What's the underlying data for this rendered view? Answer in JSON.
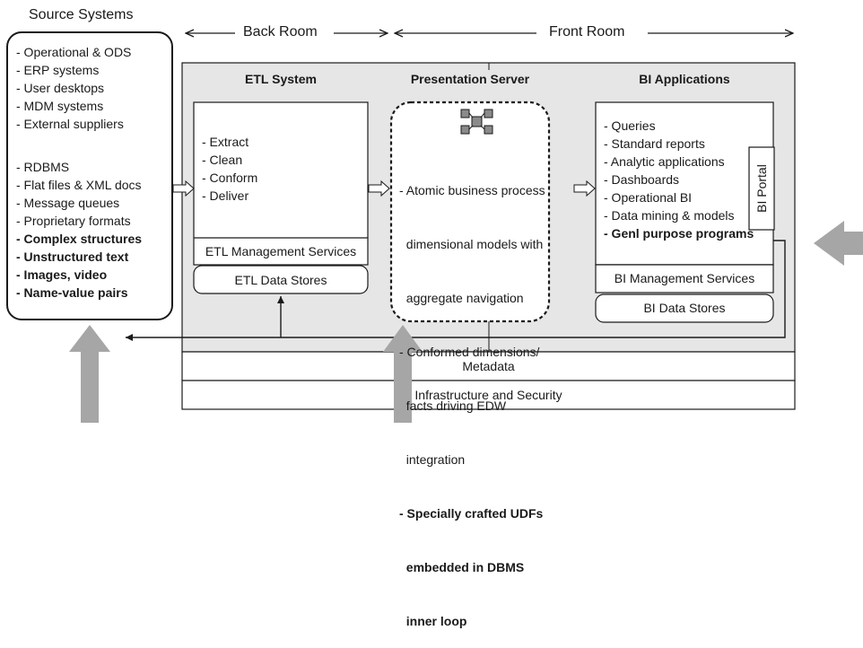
{
  "header": {
    "source_title": "Source Systems",
    "back_room": "Back Room",
    "front_room": "Front Room"
  },
  "source_systems": {
    "group1": [
      "- Operational & ODS",
      "- ERP systems",
      "- User desktops",
      "- MDM systems",
      "- External suppliers"
    ],
    "group2": [
      {
        "text": "- RDBMS",
        "bold": false
      },
      {
        "text": "- Flat files & XML docs",
        "bold": false
      },
      {
        "text": "- Message queues",
        "bold": false
      },
      {
        "text": "- Proprietary formats",
        "bold": false
      },
      {
        "text": "- Complex structures",
        "bold": true
      },
      {
        "text": "- Unstructured text",
        "bold": true
      },
      {
        "text": "- Images, video",
        "bold": true
      },
      {
        "text": "- Name-value pairs",
        "bold": true
      }
    ]
  },
  "etl": {
    "title": "ETL System",
    "steps": [
      "- Extract",
      "- Clean",
      "- Conform",
      "- Deliver"
    ],
    "management": "ETL Management Services",
    "data_stores": "ETL Data Stores"
  },
  "presentation": {
    "title": "Presentation Server",
    "items": [
      {
        "text": "- Atomic business process",
        "bold": false
      },
      {
        "text": "  dimensional models with",
        "bold": false
      },
      {
        "text": "  aggregate navigation",
        "bold": false
      },
      {
        "text": "- Conformed dimensions/",
        "bold": false
      },
      {
        "text": "  facts driving EDW",
        "bold": false
      },
      {
        "text": "  integration",
        "bold": false
      },
      {
        "text": "- Specially crafted UDFs",
        "bold": true
      },
      {
        "text": "  embedded in DBMS",
        "bold": true
      },
      {
        "text": "  inner loop",
        "bold": true
      }
    ]
  },
  "bi": {
    "title": "BI Applications",
    "items": [
      {
        "text": "- Queries",
        "bold": false
      },
      {
        "text": "- Standard reports",
        "bold": false
      },
      {
        "text": "- Analytic applications",
        "bold": false
      },
      {
        "text": "- Dashboards",
        "bold": false
      },
      {
        "text": "- Operational BI",
        "bold": false
      },
      {
        "text": "- Data mining & models",
        "bold": false
      },
      {
        "text": "- Genl purpose programs",
        "bold": true
      }
    ],
    "portal": "BI Portal",
    "management": "BI Management Services",
    "data_stores": "BI Data Stores"
  },
  "footer": {
    "metadata": "Metadata",
    "infrastructure": "Infrastructure and Security"
  },
  "colors": {
    "panel": "#e6e6e6",
    "big_arrow": "#a6a6a6",
    "line": "#1a1a1a"
  },
  "icons": [
    "network-icon"
  ]
}
